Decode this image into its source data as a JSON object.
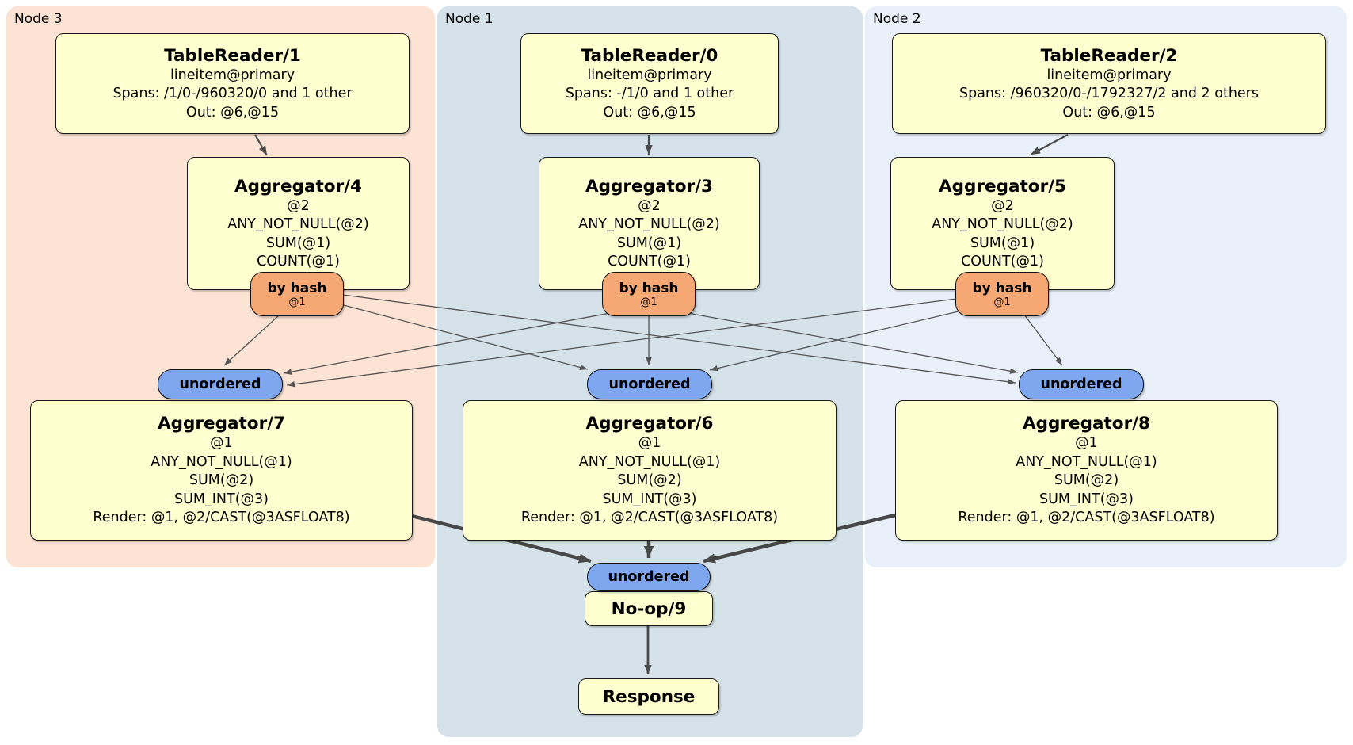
{
  "colors": {
    "panel-node3": "#fce3d4",
    "panel-node1": "#d5e2e9",
    "panel-node2": "#eaf0f9",
    "box-fill": "#ffffcf",
    "router-fill": "#f5a873",
    "sync-fill": "#7fa7f0",
    "edge-thin": "#555555",
    "edge-thick": "#474747"
  },
  "panels": {
    "node3": {
      "label": "Node 3"
    },
    "node1": {
      "label": "Node 1"
    },
    "node2": {
      "label": "Node 2"
    }
  },
  "processors": {
    "tr1": {
      "title": "TableReader/1",
      "lines": [
        "lineitem@primary",
        "Spans: /1/0-/960320/0 and 1 other",
        "Out: @6,@15"
      ]
    },
    "tr0": {
      "title": "TableReader/0",
      "lines": [
        "lineitem@primary",
        "Spans: -/1/0 and 1 other",
        "Out: @6,@15"
      ]
    },
    "tr2": {
      "title": "TableReader/2",
      "lines": [
        "lineitem@primary",
        "Spans: /960320/0-/1792327/2 and 2 others",
        "Out: @6,@15"
      ]
    },
    "agg4": {
      "title": "Aggregator/4",
      "lines": [
        "@2",
        "ANY_NOT_NULL(@2)",
        "SUM(@1)",
        "COUNT(@1)"
      ]
    },
    "agg3": {
      "title": "Aggregator/3",
      "lines": [
        "@2",
        "ANY_NOT_NULL(@2)",
        "SUM(@1)",
        "COUNT(@1)"
      ]
    },
    "agg5": {
      "title": "Aggregator/5",
      "lines": [
        "@2",
        "ANY_NOT_NULL(@2)",
        "SUM(@1)",
        "COUNT(@1)"
      ]
    },
    "agg7": {
      "title": "Aggregator/7",
      "lines": [
        "@1",
        "ANY_NOT_NULL(@1)",
        "SUM(@2)",
        "SUM_INT(@3)",
        "Render: @1, @2/CAST(@3ASFLOAT8)"
      ]
    },
    "agg6": {
      "title": "Aggregator/6",
      "lines": [
        "@1",
        "ANY_NOT_NULL(@1)",
        "SUM(@2)",
        "SUM_INT(@3)",
        "Render: @1, @2/CAST(@3ASFLOAT8)"
      ]
    },
    "agg8": {
      "title": "Aggregator/8",
      "lines": [
        "@1",
        "ANY_NOT_NULL(@1)",
        "SUM(@2)",
        "SUM_INT(@3)",
        "Render: @1, @2/CAST(@3ASFLOAT8)"
      ]
    },
    "noop": {
      "title": "No-op/9"
    },
    "response": {
      "title": "Response"
    }
  },
  "routers": {
    "label": "by hash",
    "key": "@1"
  },
  "syncs": {
    "label": "unordered"
  }
}
